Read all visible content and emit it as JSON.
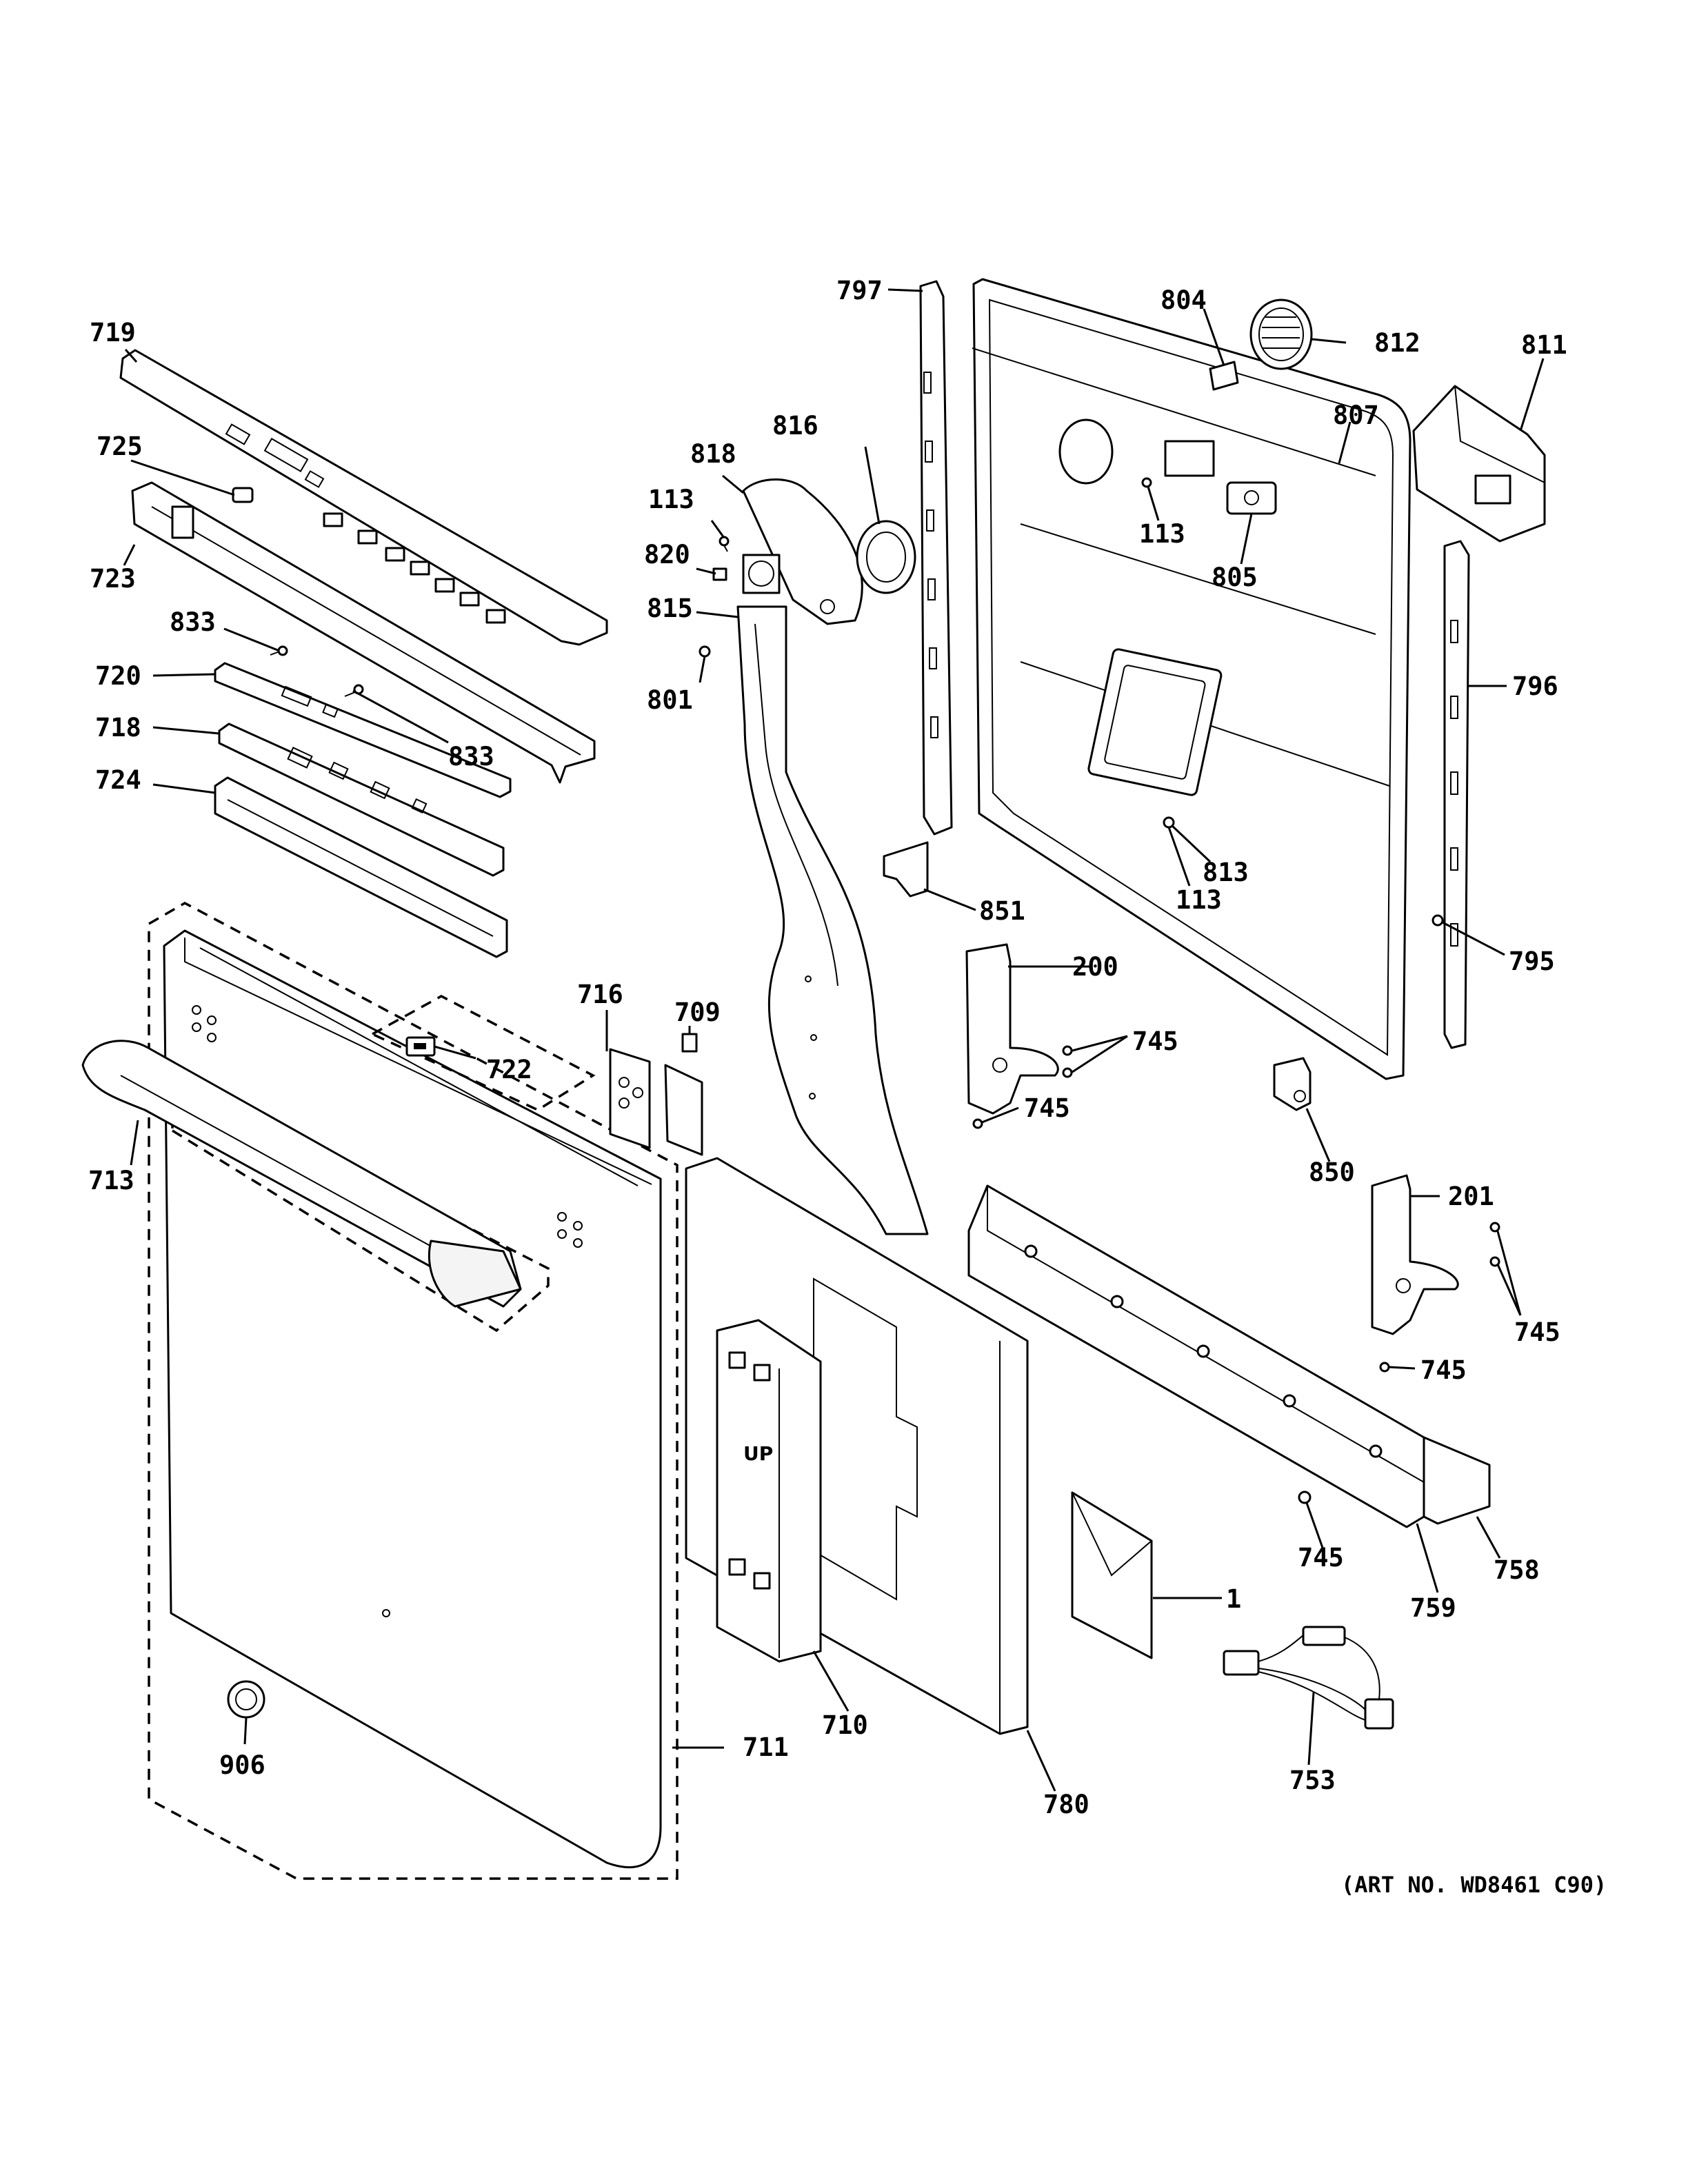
{
  "diagram": {
    "art_number": "(ART NO. WD8461 C90)",
    "parts": [
      {
        "id": "719",
        "label": "719",
        "name": "control-panel-overlay"
      },
      {
        "id": "725",
        "label": "725",
        "name": "button-cap"
      },
      {
        "id": "723",
        "label": "723",
        "name": "control-panel-frame"
      },
      {
        "id": "833a",
        "label": "833",
        "name": "screw"
      },
      {
        "id": "720",
        "label": "720",
        "name": "ui-board"
      },
      {
        "id": "833b",
        "label": "833",
        "name": "screw"
      },
      {
        "id": "718",
        "label": "718",
        "name": "control-board"
      },
      {
        "id": "724",
        "label": "724",
        "name": "board-housing"
      },
      {
        "id": "716",
        "label": "716",
        "name": "door-bracket"
      },
      {
        "id": "709",
        "label": "709",
        "name": "door-clip"
      },
      {
        "id": "722",
        "label": "722",
        "name": "door-button"
      },
      {
        "id": "713",
        "label": "713",
        "name": "door-handle"
      },
      {
        "id": "711",
        "label": "711",
        "name": "outer-door-panel"
      },
      {
        "id": "906",
        "label": "906",
        "name": "badge"
      },
      {
        "id": "818",
        "label": "818",
        "name": "vent-fan-housing"
      },
      {
        "id": "816",
        "label": "816",
        "name": "vent-gasket"
      },
      {
        "id": "113a",
        "label": "113",
        "name": "screw"
      },
      {
        "id": "820",
        "label": "820",
        "name": "vent-fan"
      },
      {
        "id": "815",
        "label": "815",
        "name": "vent-duct"
      },
      {
        "id": "801",
        "label": "801",
        "name": "screw"
      },
      {
        "id": "797",
        "label": "797",
        "name": "left-side-trim"
      },
      {
        "id": "804",
        "label": "804",
        "name": "vent-flap"
      },
      {
        "id": "812",
        "label": "812",
        "name": "vent-grille"
      },
      {
        "id": "811",
        "label": "811",
        "name": "detergent-dispenser"
      },
      {
        "id": "807",
        "label": "807",
        "name": "inner-door-panel"
      },
      {
        "id": "113b",
        "label": "113",
        "name": "screw"
      },
      {
        "id": "805",
        "label": "805",
        "name": "door-bracket"
      },
      {
        "id": "796",
        "label": "796",
        "name": "right-side-trim"
      },
      {
        "id": "813",
        "label": "813",
        "name": "dispenser-gasket"
      },
      {
        "id": "113c",
        "label": "113",
        "name": "screw"
      },
      {
        "id": "851",
        "label": "851",
        "name": "hinge-bracket"
      },
      {
        "id": "795",
        "label": "795",
        "name": "screw"
      },
      {
        "id": "200",
        "label": "200",
        "name": "left-hinge"
      },
      {
        "id": "745a",
        "label": "745",
        "name": "screw"
      },
      {
        "id": "745b",
        "label": "745",
        "name": "screw"
      },
      {
        "id": "850",
        "label": "850",
        "name": "hinge-bracket"
      },
      {
        "id": "201",
        "label": "201",
        "name": "right-hinge"
      },
      {
        "id": "745c",
        "label": "745",
        "name": "screw"
      },
      {
        "id": "745d",
        "label": "745",
        "name": "screw"
      },
      {
        "id": "745e",
        "label": "745",
        "name": "screw"
      },
      {
        "id": "758",
        "label": "758",
        "name": "insulation-strip"
      },
      {
        "id": "759",
        "label": "759",
        "name": "bottom-trim"
      },
      {
        "id": "1",
        "label": "1",
        "name": "installation-instructions"
      },
      {
        "id": "710",
        "label": "710",
        "name": "door-spacer"
      },
      {
        "id": "780",
        "label": "780",
        "name": "door-insulation"
      },
      {
        "id": "753",
        "label": "753",
        "name": "wire-harness"
      }
    ]
  }
}
